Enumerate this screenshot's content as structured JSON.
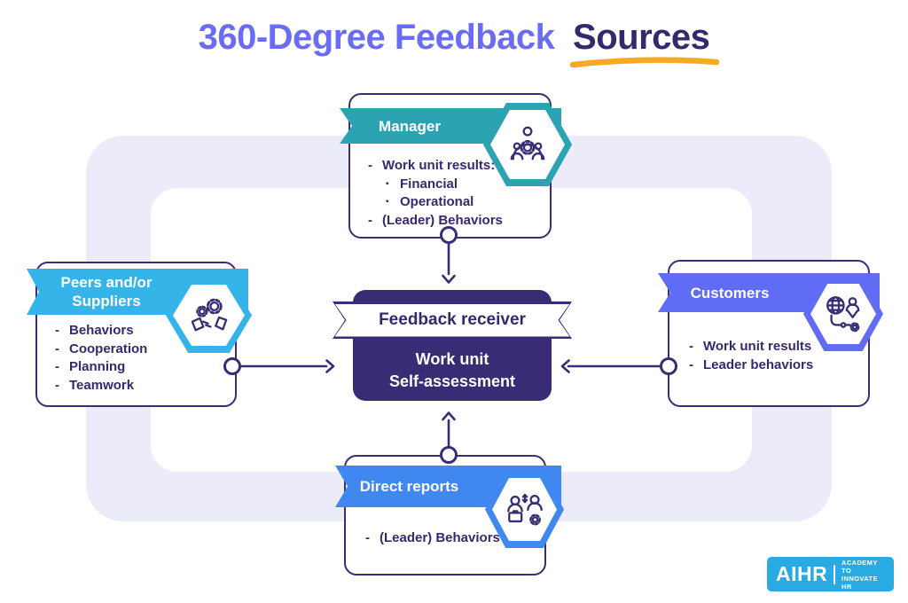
{
  "title": {
    "part1": "360-Degree Feedback",
    "part2": "Sources"
  },
  "colors": {
    "title_accent": "#6B6CF5",
    "title_dark": "#33296E",
    "underline_orange": "#F9A824",
    "frame_lavender": "#EBEBFA",
    "box_border_navy": "#3A2D75",
    "text_navy": "#38286D",
    "manager_teal": "#2BA3B2",
    "peers_sky_blue": "#35B4EA",
    "customers_periwinkle": "#5F6CF3",
    "direct_reports_blue": "#4187F0",
    "center_fill": "#3A2C74",
    "logo_blue": "#29ABE2"
  },
  "nodes": {
    "manager": {
      "label": "Manager",
      "icon": "team-with-gear-icon",
      "items": [
        {
          "bullet": "-",
          "text": "Work unit results:"
        },
        {
          "bullet": "▪",
          "text": "Financial"
        },
        {
          "bullet": "▪",
          "text": "Operational"
        },
        {
          "bullet": "-",
          "text": "(Leader) Behaviors"
        }
      ]
    },
    "peers": {
      "label": "Peers and/or Suppliers",
      "icon": "gears-handshake-icon",
      "items": [
        {
          "bullet": "-",
          "text": "Behaviors"
        },
        {
          "bullet": "-",
          "text": "Cooperation"
        },
        {
          "bullet": "-",
          "text": "Planning"
        },
        {
          "bullet": "-",
          "text": "Teamwork"
        }
      ]
    },
    "customers": {
      "label": "Customers",
      "icon": "globe-person-network-icon",
      "items": [
        {
          "bullet": "-",
          "text": "Work unit results"
        },
        {
          "bullet": "-",
          "text": "Leader behaviors"
        }
      ]
    },
    "direct_reports": {
      "label": "Direct reports",
      "icon": "people-exchange-gear-icon",
      "items": [
        {
          "bullet": "-",
          "text": "(Leader) Behaviors"
        }
      ]
    }
  },
  "center": {
    "banner": "Feedback receiver",
    "line1": "Work unit",
    "line2": "Self-assessment"
  },
  "logo": {
    "brand": "AIHR",
    "tagline_line1": "ACADEMY TO",
    "tagline_line2": "INNOVATE HR"
  }
}
